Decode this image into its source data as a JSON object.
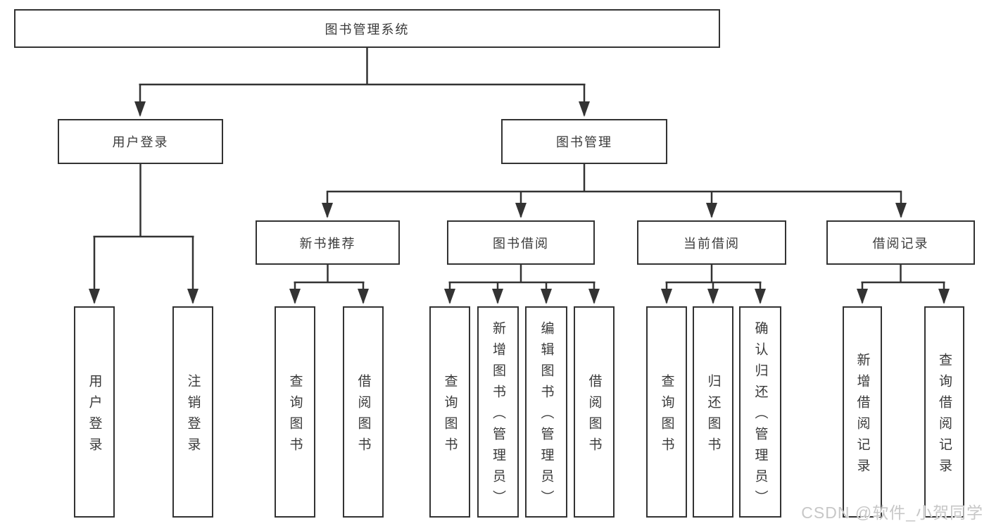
{
  "diagram": {
    "root_label": "图书管理系统",
    "branches": [
      {
        "label": "用户登录",
        "children": [
          {
            "label": "用户登录"
          },
          {
            "label": "注销登录"
          }
        ]
      },
      {
        "label": "图书管理",
        "children": [
          {
            "label": "新书推荐",
            "children": [
              {
                "label": "查询图书"
              },
              {
                "label": "借阅图书"
              }
            ]
          },
          {
            "label": "图书借阅",
            "children": [
              {
                "label": "查询图书"
              },
              {
                "label": "新增图书（管理员）"
              },
              {
                "label": "编辑图书（管理员）"
              },
              {
                "label": "借阅图书"
              }
            ]
          },
          {
            "label": "当前借阅",
            "children": [
              {
                "label": "查询图书"
              },
              {
                "label": "归还图书"
              },
              {
                "label": "确认归还（管理员）"
              }
            ]
          },
          {
            "label": "借阅记录",
            "children": [
              {
                "label": "新增借阅记录"
              },
              {
                "label": "查询借阅记录"
              }
            ]
          }
        ]
      }
    ]
  },
  "watermark": {
    "text": "CSDN @软件_小贺同学"
  },
  "colors": {
    "line": "#333333",
    "box_border": "#333333",
    "text": "#3a3a3a",
    "background": "#ffffff",
    "watermark": "#c7c7c7"
  }
}
